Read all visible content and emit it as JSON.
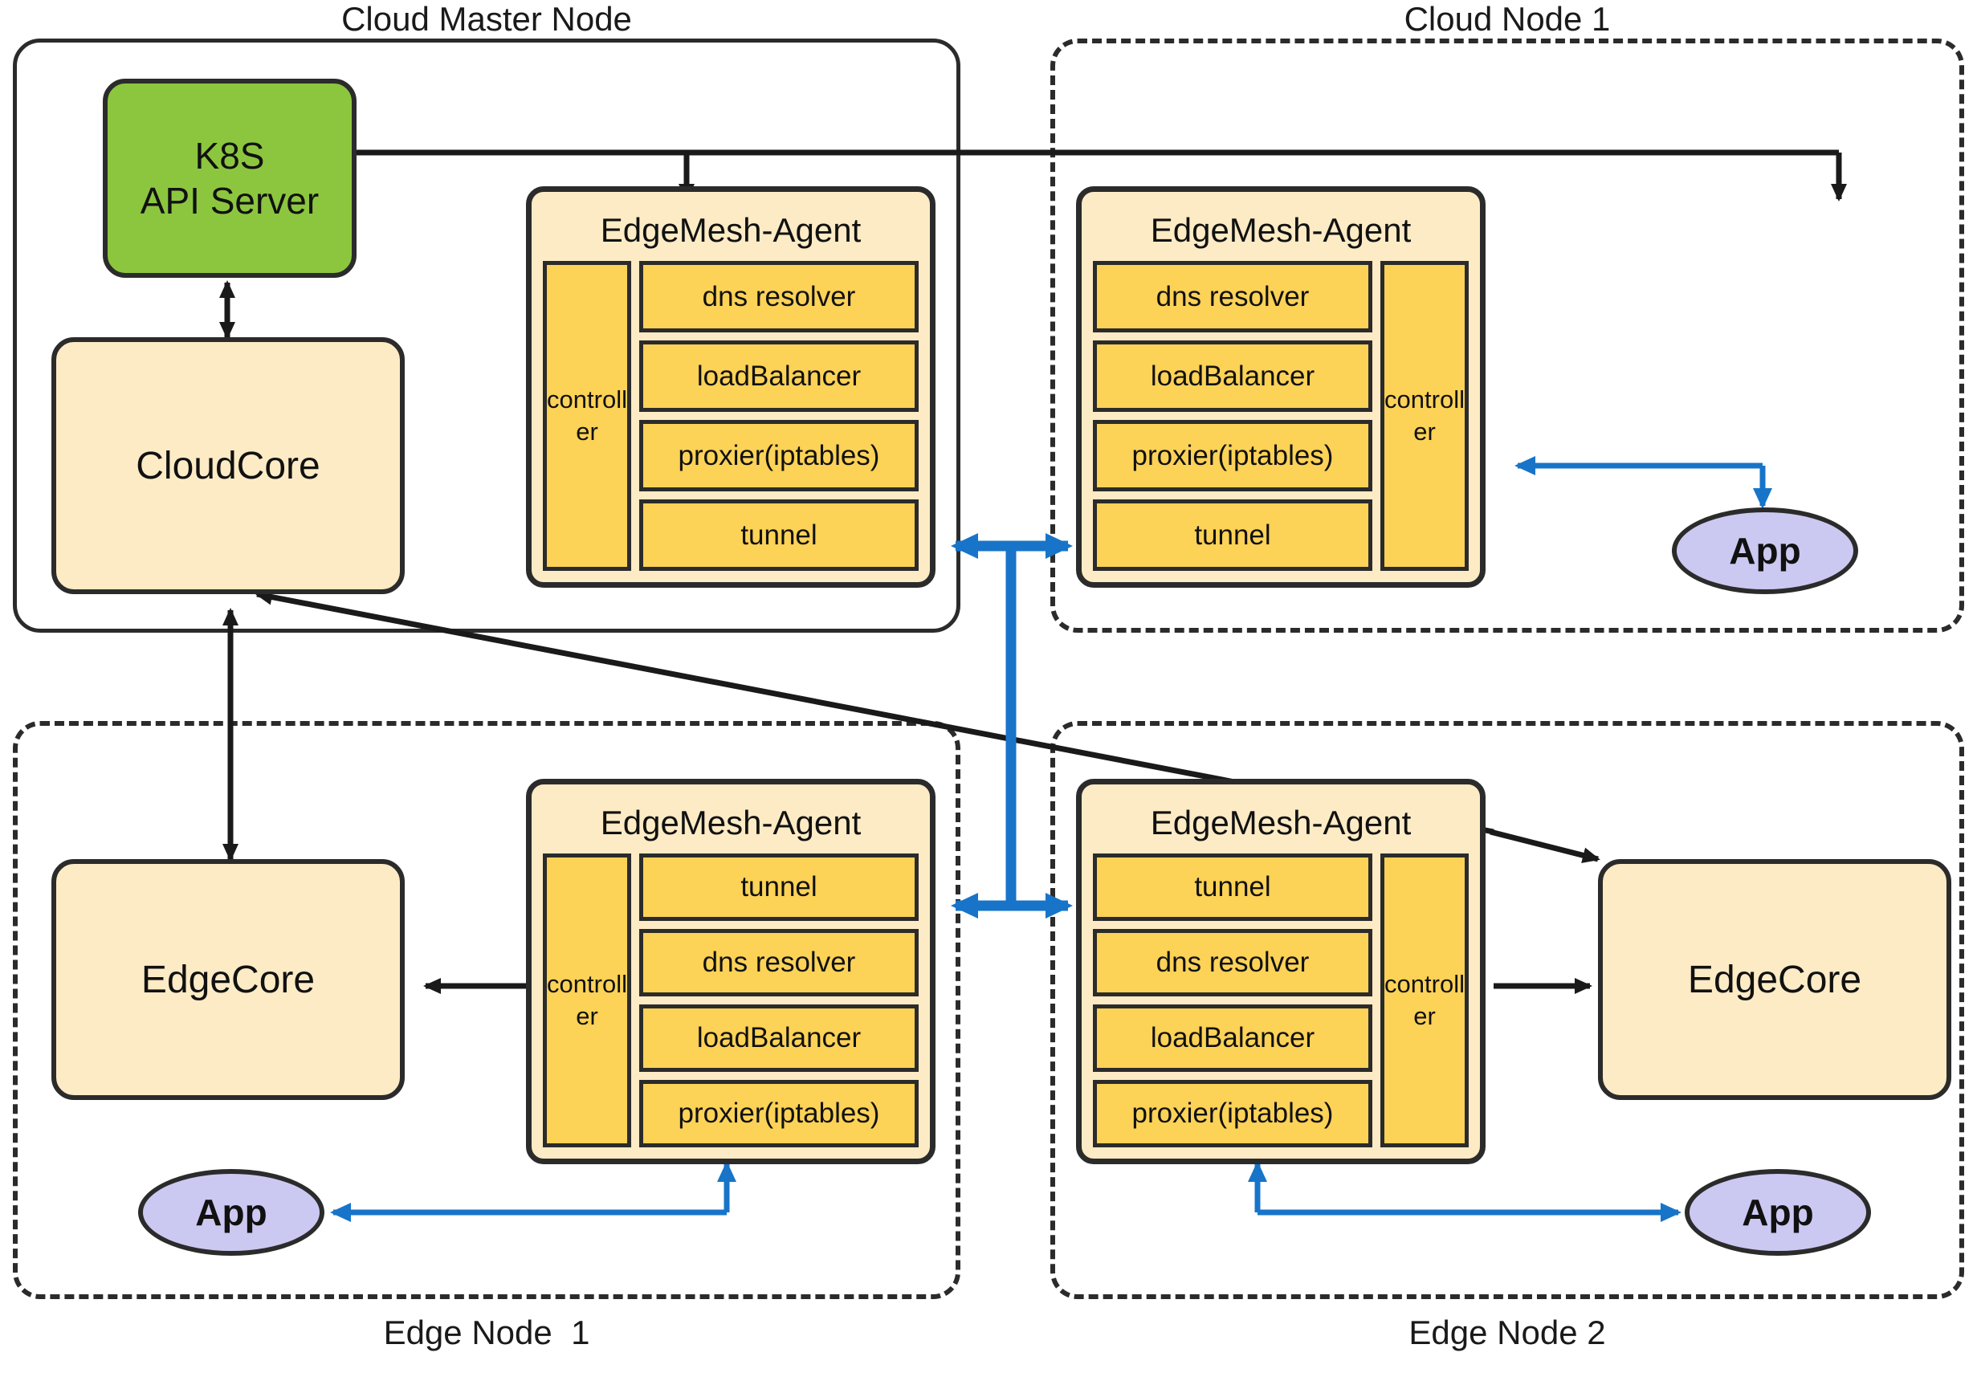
{
  "diagram": {
    "title": "EdgeMesh cloud-edge architecture",
    "colors": {
      "k8s_green": "#8CC63F",
      "core_cream": "#FCEBC5",
      "module_yellow": "#FCD257",
      "app_lavender": "#CBC9F2",
      "tunnel_blue": "#1874C8",
      "stroke_dark": "#2B2B2B"
    }
  },
  "groups": [
    {
      "id": "cloud-master-node",
      "label": "Cloud Master Node",
      "border": "solid"
    },
    {
      "id": "cloud-node-1",
      "label": "Cloud Node 1",
      "border": "dashed"
    },
    {
      "id": "edge-node-1",
      "label": "Edge Node  1",
      "border": "dashed"
    },
    {
      "id": "edge-node-2",
      "label": "Edge Node 2",
      "border": "dashed"
    }
  ],
  "nodes": {
    "k8s_api_server": {
      "line1": "K8S",
      "line2": "API Server"
    },
    "cloudcore": {
      "label": "CloudCore"
    },
    "edgecore_1": {
      "label": "EdgeCore"
    },
    "edgecore_2": {
      "label": "EdgeCore"
    },
    "app_cloud_1": {
      "label": "App"
    },
    "app_edge_1": {
      "label": "App"
    },
    "app_edge_2": {
      "label": "App"
    }
  },
  "agents": [
    {
      "id": "agent-cloud-master",
      "title": "EdgeMesh-Agent",
      "controller": "controller",
      "controller_position": "left",
      "modules": [
        "dns resolver",
        "loadBalancer",
        "proxier(iptables)",
        "tunnel"
      ]
    },
    {
      "id": "agent-cloud-node-1",
      "title": "EdgeMesh-Agent",
      "controller": "controller",
      "controller_position": "right",
      "modules": [
        "dns resolver",
        "loadBalancer",
        "proxier(iptables)",
        "tunnel"
      ]
    },
    {
      "id": "agent-edge-node-1",
      "title": "EdgeMesh-Agent",
      "controller": "controller",
      "controller_position": "left",
      "modules": [
        "tunnel",
        "dns resolver",
        "loadBalancer",
        "proxier(iptables)"
      ]
    },
    {
      "id": "agent-edge-node-2",
      "title": "EdgeMesh-Agent",
      "controller": "controller",
      "controller_position": "right",
      "modules": [
        "tunnel",
        "dns resolver",
        "loadBalancer",
        "proxier(iptables)"
      ]
    }
  ],
  "connections": [
    {
      "id": "k8s-watch-master-agent",
      "from": "agent-cloud-master",
      "to": "k8s_api_server",
      "color": "#1A1A1A",
      "style": "solid"
    },
    {
      "id": "k8s-watch-cloud1-agent",
      "from": "agent-cloud-node-1",
      "to": "k8s_api_server",
      "color": "#1A1A1A",
      "style": "solid"
    },
    {
      "id": "k8s-cloudcore",
      "from": "k8s_api_server",
      "to": "cloudcore",
      "color": "#1A1A1A",
      "style": "bidirectional"
    },
    {
      "id": "cloudcore-edgecore1",
      "from": "cloudcore",
      "to": "edgecore_1",
      "color": "#1A1A1A",
      "style": "bidirectional"
    },
    {
      "id": "cloudcore-edgecore2",
      "from": "cloudcore",
      "to": "edgecore_2",
      "color": "#1A1A1A",
      "style": "solid"
    },
    {
      "id": "agent-edge1-edgecore1",
      "from": "agent-edge-node-1",
      "to": "edgecore_1",
      "color": "#1A1A1A",
      "style": "solid"
    },
    {
      "id": "agent-edge2-edgecore2",
      "from": "agent-edge-node-2",
      "to": "edgecore_2",
      "color": "#1A1A1A",
      "style": "solid"
    },
    {
      "id": "tunnel-master-cloud1",
      "from": "agent-cloud-master",
      "to": "agent-cloud-node-1",
      "color": "#1874C8",
      "style": "bidirectional"
    },
    {
      "id": "tunnel-edge1-edge2",
      "from": "agent-edge-node-1",
      "to": "agent-edge-node-2",
      "color": "#1874C8",
      "style": "bidirectional"
    },
    {
      "id": "tunnel-vertical-trunk",
      "from": "tunnel-master-cloud1",
      "to": "tunnel-edge1-edge2",
      "color": "#1874C8",
      "style": "solid"
    },
    {
      "id": "app-cloud1-to-controller",
      "from": "app_cloud_1",
      "to": "agent-cloud-node-1",
      "color": "#1874C8",
      "style": "solid"
    },
    {
      "id": "agent-edge1-to-app",
      "from": "agent-edge-node-1",
      "to": "app_edge_1",
      "color": "#1874C8",
      "style": "solid"
    },
    {
      "id": "app-edge2-to-agent",
      "from": "app_edge_2",
      "to": "agent-edge-node-2",
      "color": "#1874C8",
      "style": "solid"
    }
  ]
}
